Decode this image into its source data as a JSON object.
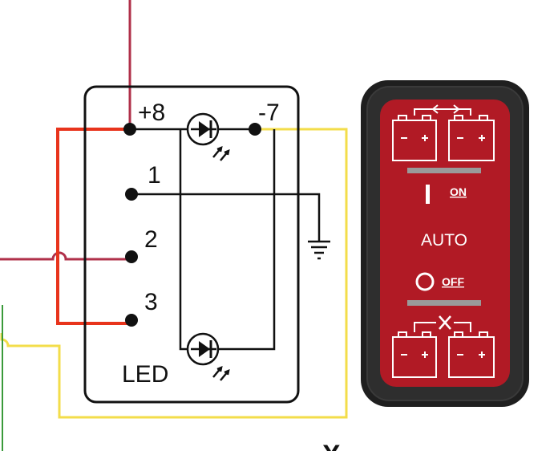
{
  "wiring_diagram": {
    "terminals": {
      "plus8": "+8",
      "minus7": "-7",
      "t1": "1",
      "t2": "2",
      "t3": "3"
    },
    "led_label": "LED",
    "bottom_partial_text": "X"
  },
  "switch_face": {
    "on_label": "ON",
    "auto_label": "AUTO",
    "off_label": "OFF",
    "top_icons": [
      "battery-icon",
      "battery-icon",
      "double-arrow-icon"
    ],
    "bottom_icons": [
      "battery-icon",
      "battery-icon",
      "cross-icon"
    ]
  },
  "colors": {
    "wire_red": "#e8341c",
    "wire_maroon": "#b0304a",
    "wire_yellow": "#f3dd4a",
    "wire_green": "#3a9a3a",
    "switch_body": "#2b2b2b",
    "switch_face": "#b11a25",
    "divider": "#9a9a9a"
  }
}
